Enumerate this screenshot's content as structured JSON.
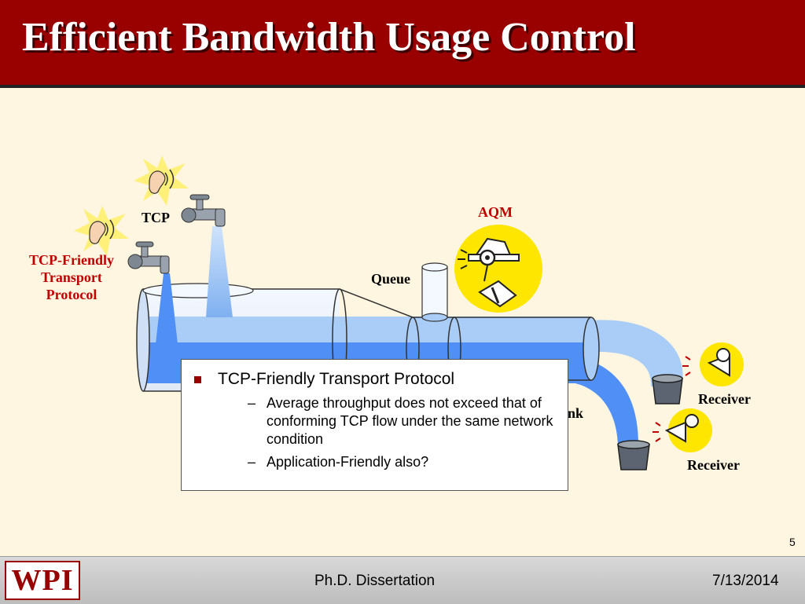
{
  "title": "Efficient Bandwidth Usage Control",
  "diagram": {
    "tcp_label": "TCP",
    "tcp_friendly_label": [
      "TCP-Friendly",
      "Transport",
      "Protocol"
    ],
    "queue_label": "Queue",
    "aqm_label": "AQM",
    "receiver_label_1": "Receiver",
    "receiver_label_2": "Receiver",
    "partial_label": "nk"
  },
  "callout": {
    "main": "TCP-Friendly Transport Protocol",
    "subs": [
      "Average throughput does not exceed that of conforming TCP flow under the same network condition",
      "Application-Friendly also?"
    ],
    "dash": "–"
  },
  "colors": {
    "title_bar": "#990000",
    "background": "#fef6e0",
    "water": "#4f8ff6",
    "pipe_light": "#a9cdf7"
  },
  "footer": {
    "center": "Ph.D. Dissertation",
    "date": "7/13/2014",
    "logo": "WPI",
    "page_number": "5"
  }
}
